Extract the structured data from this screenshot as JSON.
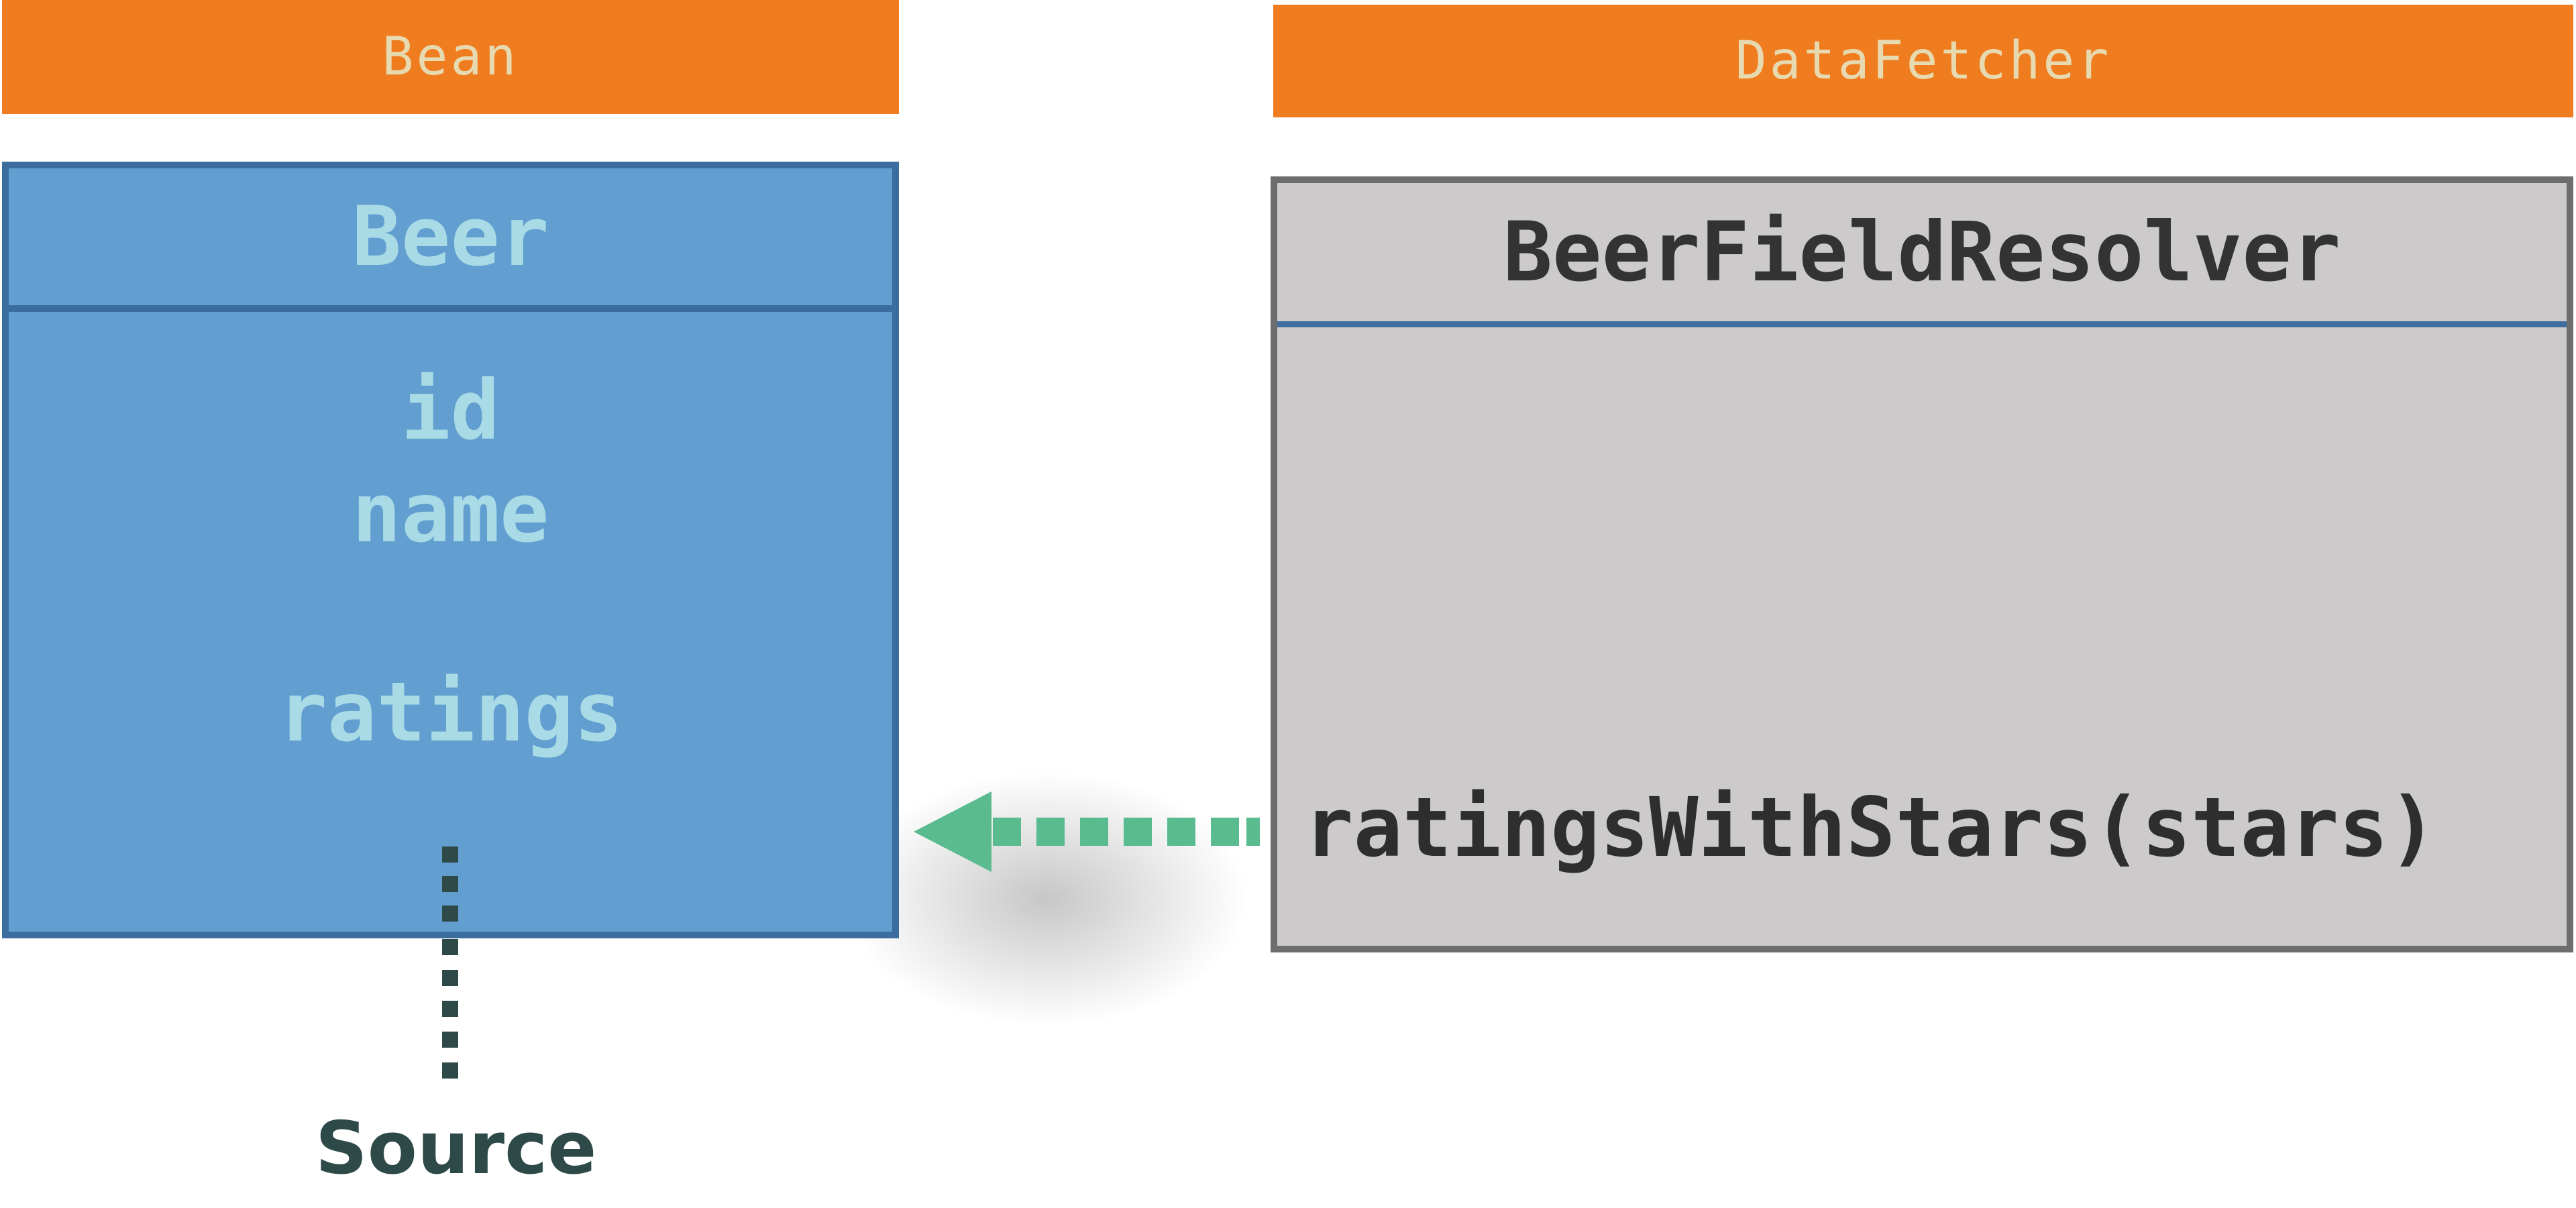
{
  "tags": {
    "bean": "Bean",
    "fetcher": "DataFetcher"
  },
  "bean_class": {
    "title": "Beer",
    "fields": [
      "id",
      "name",
      "ratings"
    ]
  },
  "resolver_class": {
    "title": "BeerFieldResolver",
    "method": "ratingsWithStars(stars)"
  },
  "source_label": "Source",
  "colors": {
    "tag": "#ef7d1f",
    "bean_fill": "#629fd0",
    "bean_border": "#3b6e9f",
    "resolver_fill": "#cccaca",
    "resolver_border": "#6d6d6d",
    "arrow": "#59bb8e",
    "source_line": "#2e4a48"
  }
}
